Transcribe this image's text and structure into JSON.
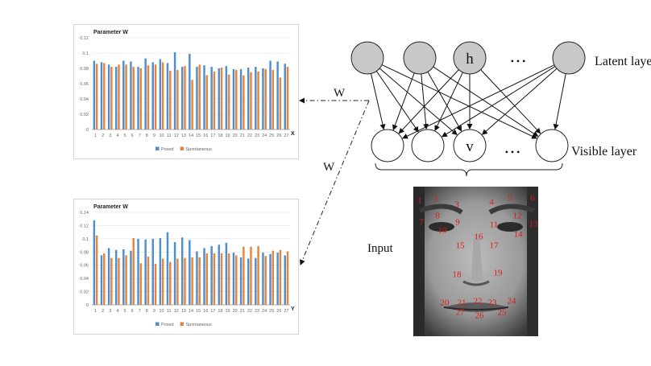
{
  "chart_data": [
    {
      "type": "bar",
      "title": "Parameter W",
      "axis_letter": "X",
      "categories": [
        "1",
        "2",
        "3",
        "4",
        "5",
        "6",
        "7",
        "8",
        "9",
        "10",
        "11",
        "12",
        "13",
        "14",
        "15",
        "16",
        "17",
        "18",
        "19",
        "20",
        "21",
        "22",
        "23",
        "24",
        "25",
        "26",
        "27"
      ],
      "series": [
        {
          "name": "Posed",
          "color": "#4f8fd0",
          "values": [
            0.09,
            0.088,
            0.085,
            0.082,
            0.09,
            0.089,
            0.082,
            0.093,
            0.088,
            0.092,
            0.087,
            0.101,
            0.082,
            0.099,
            0.082,
            0.084,
            0.082,
            0.08,
            0.083,
            0.079,
            0.079,
            0.081,
            0.082,
            0.08,
            0.09,
            0.089,
            0.086
          ]
        },
        {
          "name": "Spontaneous",
          "color": "#e8843c",
          "values": [
            0.086,
            0.087,
            0.082,
            0.085,
            0.085,
            0.082,
            0.08,
            0.084,
            0.085,
            0.088,
            0.077,
            0.078,
            0.083,
            0.065,
            0.085,
            0.071,
            0.076,
            0.081,
            0.072,
            0.078,
            0.071,
            0.075,
            0.076,
            0.079,
            0.078,
            0.068,
            0.082
          ]
        }
      ],
      "ylim": [
        0,
        0.12
      ],
      "yticks": [
        "0",
        "0.02",
        "0.04",
        "0.06",
        "0.08",
        "0.1",
        "0.12"
      ],
      "grid": true,
      "legend": "bottom"
    },
    {
      "type": "bar",
      "title": "Parameter W",
      "axis_letter": "Y",
      "categories": [
        "1",
        "2",
        "3",
        "4",
        "5",
        "6",
        "7",
        "8",
        "9",
        "10",
        "11",
        "12",
        "13",
        "14",
        "15",
        "16",
        "17",
        "18",
        "19",
        "20",
        "21",
        "22",
        "23",
        "24",
        "25",
        "26",
        "27"
      ],
      "series": [
        {
          "name": "Posed",
          "color": "#4f8fd0",
          "values": [
            0.128,
            0.075,
            0.086,
            0.083,
            0.084,
            0.082,
            0.1,
            0.099,
            0.1,
            0.101,
            0.11,
            0.095,
            0.102,
            0.098,
            0.081,
            0.086,
            0.089,
            0.091,
            0.094,
            0.079,
            0.072,
            0.07,
            0.071,
            0.079,
            0.077,
            0.079,
            0.075
          ]
        },
        {
          "name": "Spontaneous",
          "color": "#e8843c",
          "values": [
            0.105,
            0.078,
            0.071,
            0.071,
            0.075,
            0.101,
            0.063,
            0.073,
            0.062,
            0.07,
            0.065,
            0.07,
            0.071,
            0.072,
            0.072,
            0.078,
            0.078,
            0.078,
            0.078,
            0.075,
            0.088,
            0.088,
            0.089,
            0.074,
            0.082,
            0.083,
            0.081
          ]
        }
      ],
      "ylim": [
        0,
        0.14
      ],
      "yticks": [
        "0",
        "0.02",
        "0.04",
        "0.06",
        "0.08",
        "0.1",
        "0.12",
        "0.14"
      ],
      "grid": true,
      "legend": "bottom"
    }
  ],
  "diagram": {
    "latent_node_label": "h",
    "visible_node_label": "v",
    "ellipsis": "• • •",
    "latent_layer_label": "Latent layer",
    "visible_layer_label": "Visible layer",
    "weight_label": "W",
    "input_label": "Input",
    "node_fill_latent": "#c8c8c8",
    "node_fill_visible": "#ffffff"
  },
  "landmarks": [
    "1",
    "2",
    "3",
    "4",
    "5",
    "6",
    "7",
    "8",
    "9",
    "10",
    "11",
    "12",
    "13",
    "14",
    "15",
    "16",
    "17",
    "18",
    "19",
    "20",
    "21",
    "22",
    "23",
    "24",
    "25",
    "26",
    "27"
  ],
  "landmark_color": "#e0181b"
}
